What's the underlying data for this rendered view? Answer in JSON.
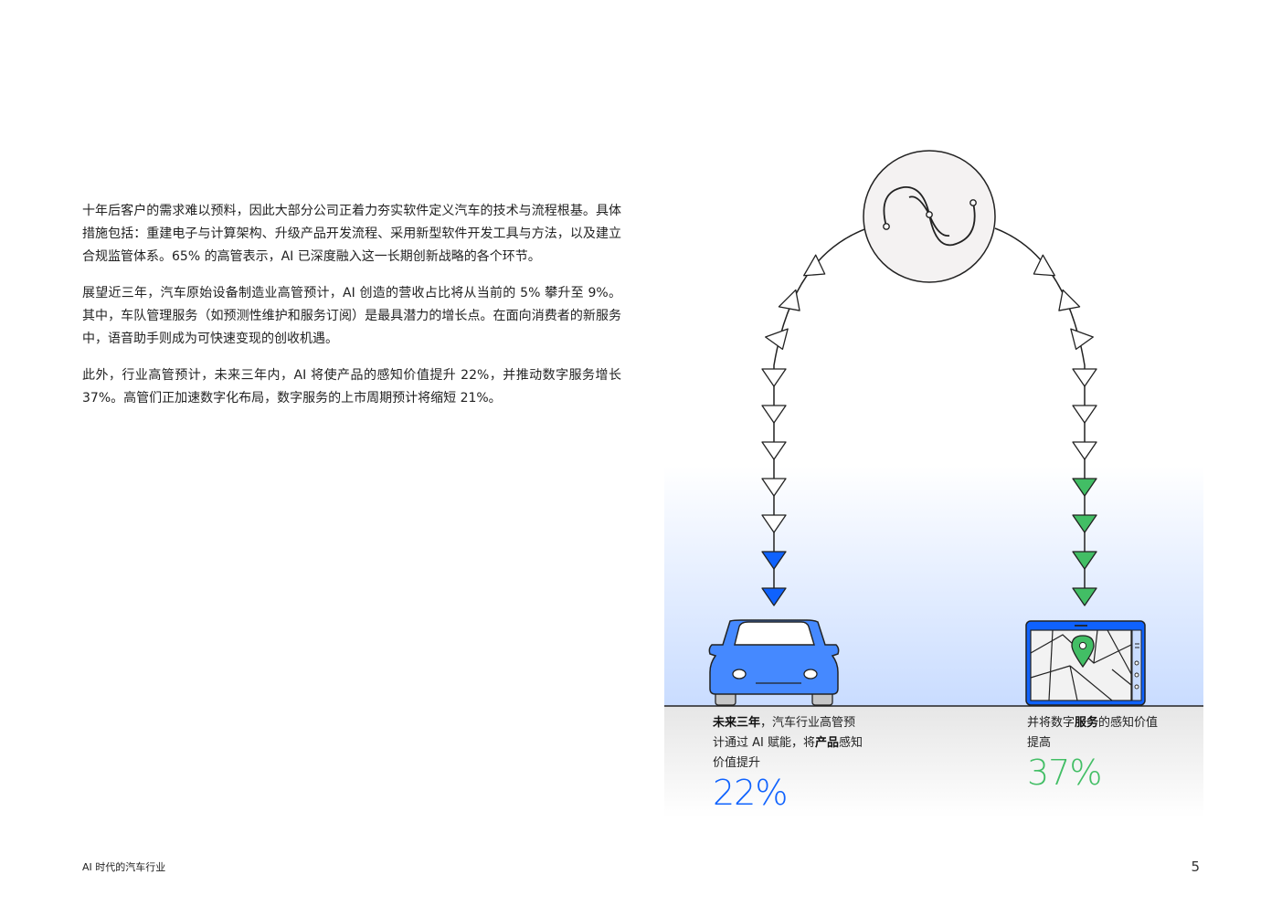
{
  "body": {
    "paragraphs": [
      "十年后客户的需求难以预料，因此大部分公司正着力夯实软件定义汽车的技术与流程根基。具体措施包括：重建电子与计算架构、升级产品开发流程、采用新型软件开发工具与方法，以及建立合规监管体系。65% 的高管表示，AI 已深度融入这一长期创新战略的各个环节。",
      "展望近三年，汽车原始设备制造业高管预计，AI 创造的营收占比将从当前的 5% 攀升至 9%。其中，车队管理服务（如预测性维护和服务订阅）是最具潜力的增长点。在面向消费者的新服务中，语音助手则成为可快速变现的创收机遇。",
      "此外，行业高管预计，未来三年内，AI 将使产品的感知价值提升 22%，并推动数字服务增长 37%。高管们正加速数字化布局，数字服务的上市周期预计将缩短 21%。"
    ]
  },
  "stats": {
    "left": {
      "bold1": "未来三年",
      "text1": "，汽车行业高管预计通过 AI 赋能，将",
      "bold2": "产品",
      "text2": "感知价值提升",
      "value": "22%"
    },
    "right": {
      "text1": "并将数字",
      "bold1": "服务",
      "text2": "的感知价值提高",
      "value": "37%"
    }
  },
  "footer": {
    "title": "AI 时代的汽车行业",
    "page": "5"
  },
  "colors": {
    "blue": "#0f62fe",
    "green": "#42be65",
    "car_blue": "#4589ff",
    "tablet_blue": "#0f62fe"
  },
  "icons": [
    "ai-circle-icon",
    "car-icon",
    "tablet-map-icon",
    "location-pin-icon"
  ]
}
